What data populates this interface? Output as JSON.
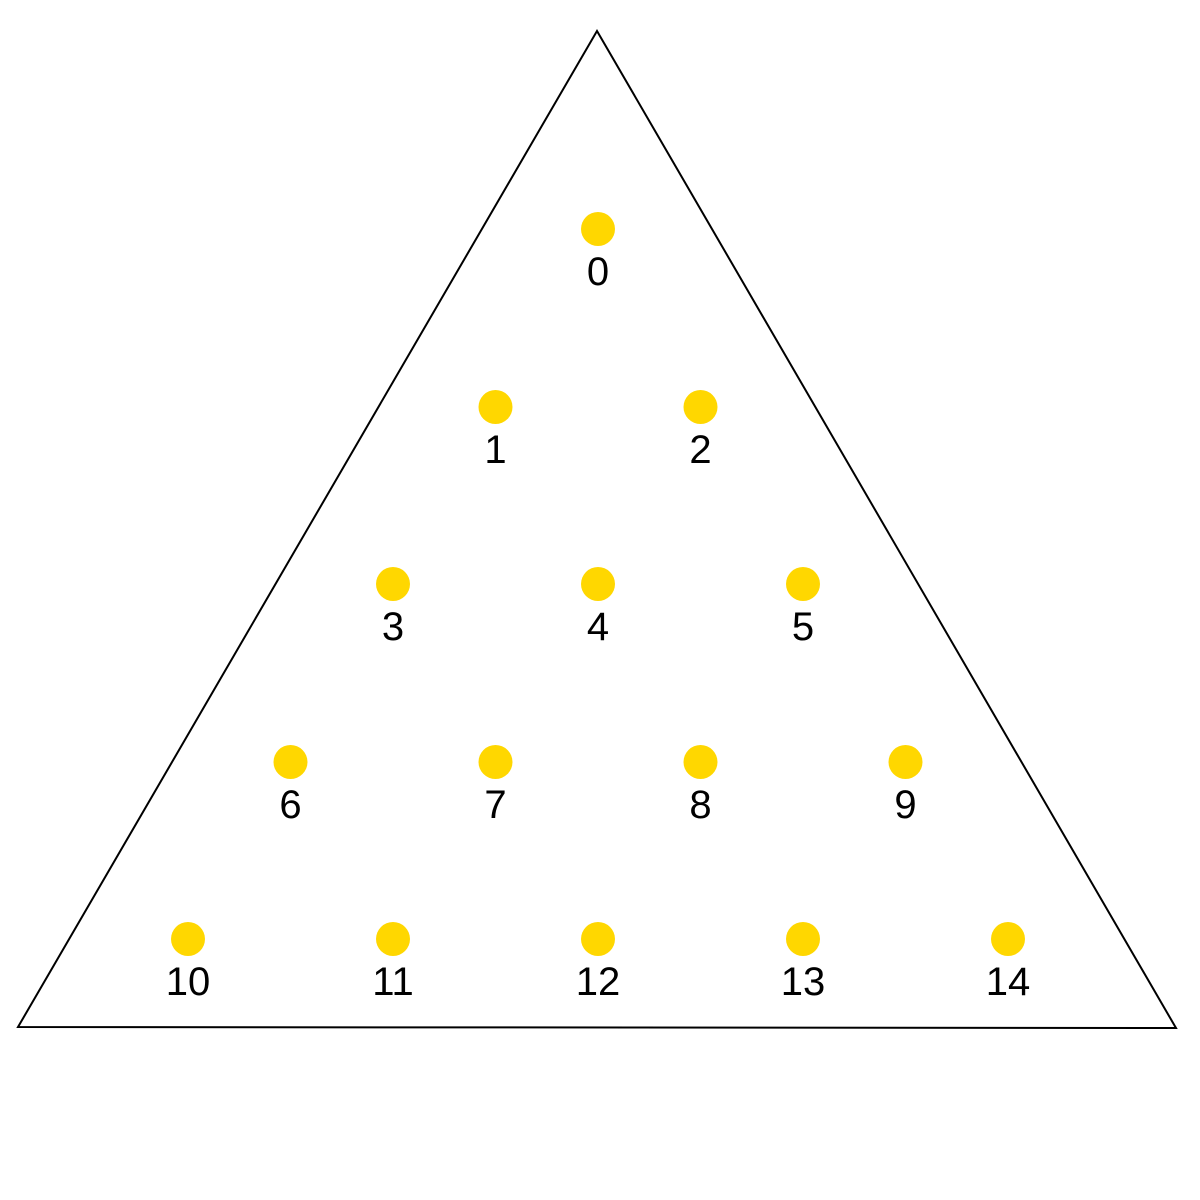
{
  "colors": {
    "peg": "#FFD700",
    "outline": "#000000",
    "background": "#FFFFFF"
  },
  "pegs": [
    {
      "id": "0",
      "row": 0,
      "col": 0
    },
    {
      "id": "1",
      "row": 1,
      "col": 0
    },
    {
      "id": "2",
      "row": 1,
      "col": 1
    },
    {
      "id": "3",
      "row": 2,
      "col": 0
    },
    {
      "id": "4",
      "row": 2,
      "col": 1
    },
    {
      "id": "5",
      "row": 2,
      "col": 2
    },
    {
      "id": "6",
      "row": 3,
      "col": 0
    },
    {
      "id": "7",
      "row": 3,
      "col": 1
    },
    {
      "id": "8",
      "row": 3,
      "col": 2
    },
    {
      "id": "9",
      "row": 3,
      "col": 3
    },
    {
      "id": "10",
      "row": 4,
      "col": 0
    },
    {
      "id": "11",
      "row": 4,
      "col": 1
    },
    {
      "id": "12",
      "row": 4,
      "col": 2
    },
    {
      "id": "13",
      "row": 4,
      "col": 3
    },
    {
      "id": "14",
      "row": 4,
      "col": 4
    }
  ]
}
